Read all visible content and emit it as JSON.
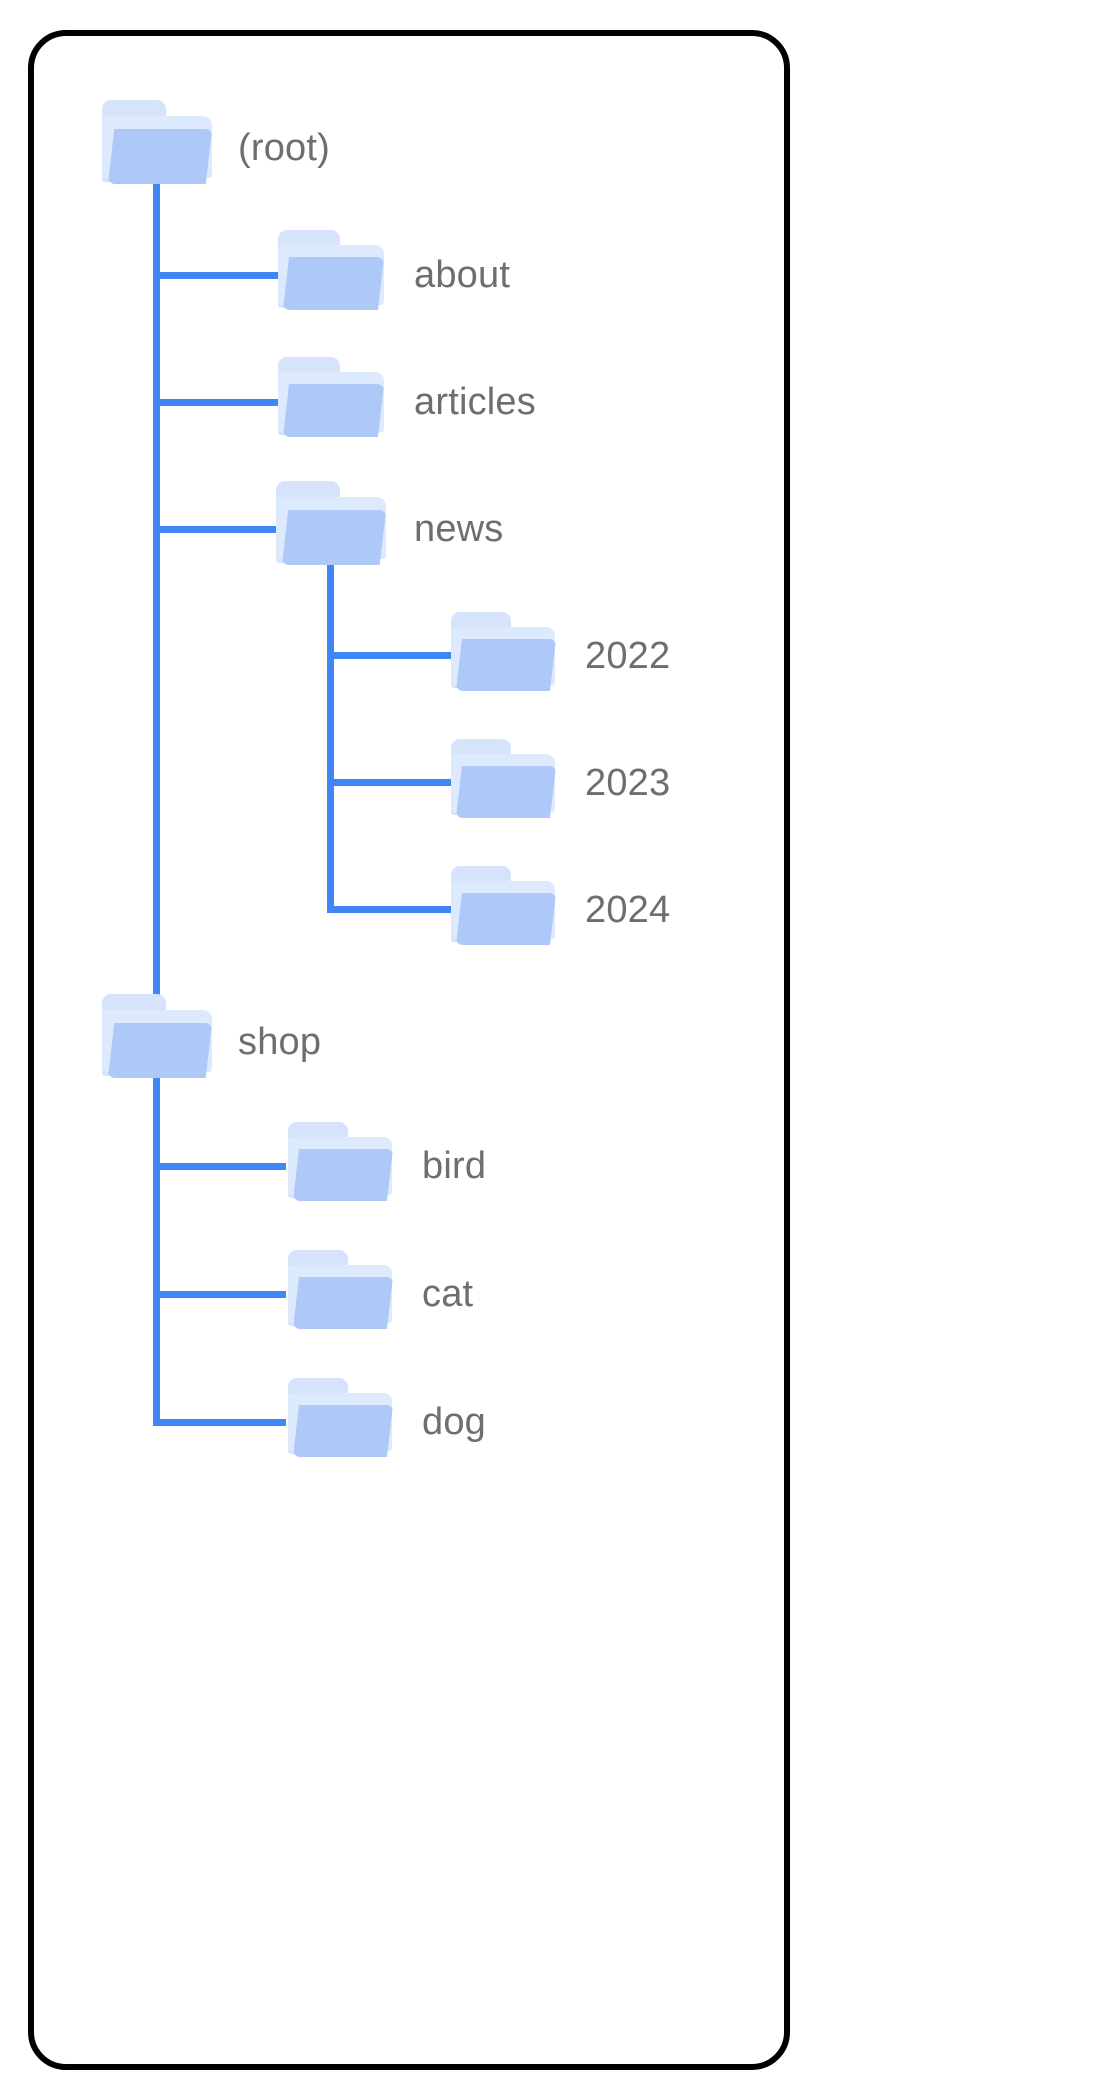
{
  "diagram": {
    "title": "folder-tree",
    "colors": {
      "card_border": "#000000",
      "card_background": "#ffffff",
      "edge": "#4285f4",
      "folder_back": "#d5e3fb",
      "folder_sheet": "#dde9fc",
      "folder_flap": "#aec8f7",
      "label": "#6e6e6e"
    },
    "nodes": [
      {
        "id": "root",
        "label": "(root)",
        "depth": 0,
        "icon": "folder-icon"
      },
      {
        "id": "about",
        "label": "about",
        "depth": 1,
        "icon": "folder-icon"
      },
      {
        "id": "articles",
        "label": "articles",
        "depth": 1,
        "icon": "folder-icon"
      },
      {
        "id": "news",
        "label": "news",
        "depth": 1,
        "icon": "folder-icon"
      },
      {
        "id": "y2022",
        "label": "2022",
        "depth": 2,
        "icon": "folder-icon"
      },
      {
        "id": "y2023",
        "label": "2023",
        "depth": 2,
        "icon": "folder-icon"
      },
      {
        "id": "y2024",
        "label": "2024",
        "depth": 2,
        "icon": "folder-icon"
      },
      {
        "id": "shop",
        "label": "shop",
        "depth": 1,
        "icon": "folder-icon"
      },
      {
        "id": "bird",
        "label": "bird",
        "depth": 2,
        "icon": "folder-icon"
      },
      {
        "id": "cat",
        "label": "cat",
        "depth": 2,
        "icon": "folder-icon"
      },
      {
        "id": "dog",
        "label": "dog",
        "depth": 2,
        "icon": "folder-icon"
      }
    ],
    "edges": [
      {
        "from": "root",
        "to": "about"
      },
      {
        "from": "root",
        "to": "articles"
      },
      {
        "from": "root",
        "to": "news"
      },
      {
        "from": "root",
        "to": "shop"
      },
      {
        "from": "news",
        "to": "y2022"
      },
      {
        "from": "news",
        "to": "y2023"
      },
      {
        "from": "news",
        "to": "y2024"
      },
      {
        "from": "shop",
        "to": "bird"
      },
      {
        "from": "shop",
        "to": "cat"
      },
      {
        "from": "shop",
        "to": "dog"
      }
    ]
  }
}
